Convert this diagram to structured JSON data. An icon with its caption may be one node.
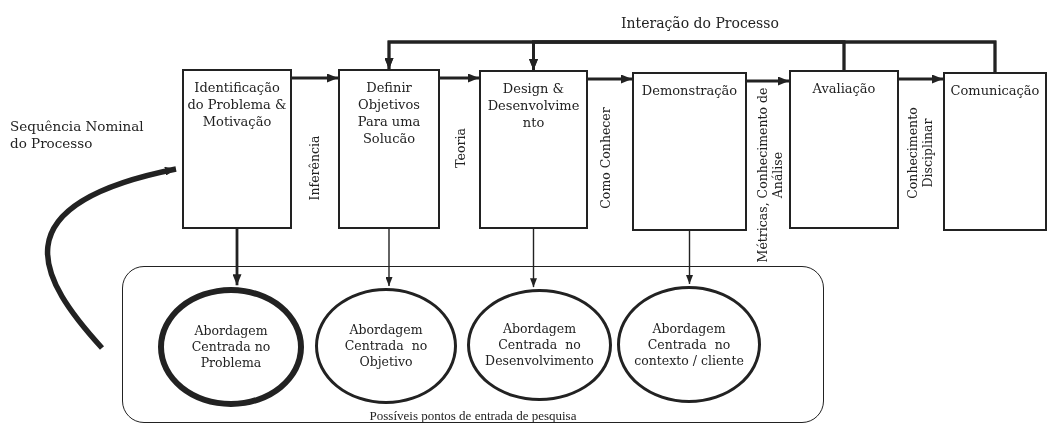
{
  "diagram": {
    "nodes": [
      {
        "text": [
          "Identificação do Problema & Motivação"
        ]
      },
      {
        "text": [
          "Definir Objetivos Para uma Solucão"
        ]
      },
      {
        "text": [
          "Design & Desenvolvime nto"
        ]
      },
      {
        "text": [
          "Demonstração"
        ]
      },
      {
        "text": [
          "Avaliação"
        ]
      },
      {
        "text": [
          "Comunicação"
        ]
      },
      {
        "text": [
          "Possíveis pontos de entrada de pesquisa"
        ]
      },
      {
        "text": [
          "Abordagem Centrada no Problema"
        ],
        "in": 6
      },
      {
        "text": [
          "Abordagem Centrada  no Objetivo"
        ],
        "in": 6
      },
      {
        "text": [
          "Abordagem Centrada  no Desenvolvimento"
        ],
        "in": 6
      },
      {
        "text": [
          "Abordagem Centrada  no contexto / cliente"
        ],
        "in": 6
      }
    ],
    "edges": [
      {
        "from": 0,
        "to": 1,
        "arrow": "to",
        "label": "Inferência"
      },
      {
        "from": 1,
        "to": 2,
        "arrow": "to",
        "label": "Teoria"
      },
      {
        "from": 2,
        "to": 3,
        "arrow": "to",
        "label": "Como Conhecer"
      },
      {
        "from": 3,
        "to": 4,
        "arrow": "to",
        "label": "Métricas, Conhecimento de Análise"
      },
      {
        "from": 4,
        "to": 5,
        "arrow": "to",
        "label": "Conhecimento Disciplinar"
      },
      {
        "from": 4,
        "to": 1,
        "arrow": "to"
      },
      {
        "from": 4,
        "to": 2,
        "arrow": "to"
      },
      {
        "from": 5,
        "to": 1,
        "arrow": "to"
      },
      {
        "from": 5,
        "to": 2,
        "arrow": "to"
      },
      {
        "from": 0,
        "to": 7,
        "arrow": "to"
      },
      {
        "from": 1,
        "to": 8,
        "arrow": "to"
      },
      {
        "from": 2,
        "to": 9,
        "arrow": "to"
      },
      {
        "from": 3,
        "to": 10,
        "arrow": "to"
      },
      {
        "from": null,
        "to": 0,
        "arrow": "to",
        "label": "Sequência Nominal do Processo",
        "style": "thick"
      }
    ],
    "labels": [
      "Interação do Processo"
    ]
  }
}
